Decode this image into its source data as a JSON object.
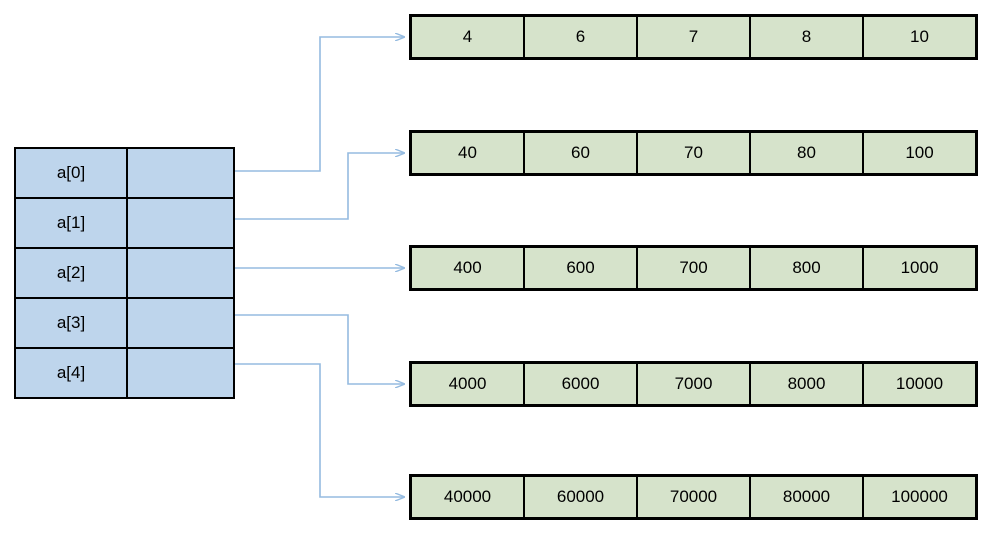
{
  "diagram": {
    "type": "array-of-pointers-to-arrays",
    "colors": {
      "pointer_fill": "#bed5ec",
      "array_fill": "#d6e3cb",
      "border": "#000000",
      "connector": "#95bbe0"
    },
    "pointer_table": {
      "rows": [
        {
          "label": "a[0]",
          "value": ""
        },
        {
          "label": "a[1]",
          "value": ""
        },
        {
          "label": "a[2]",
          "value": ""
        },
        {
          "label": "a[3]",
          "value": ""
        },
        {
          "label": "a[4]",
          "value": ""
        }
      ]
    },
    "arrays": [
      {
        "source": "a[0]",
        "cells": [
          "4",
          "6",
          "7",
          "8",
          "10"
        ]
      },
      {
        "source": "a[1]",
        "cells": [
          "40",
          "60",
          "70",
          "80",
          "100"
        ]
      },
      {
        "source": "a[2]",
        "cells": [
          "400",
          "600",
          "700",
          "800",
          "1000"
        ]
      },
      {
        "source": "a[3]",
        "cells": [
          "4000",
          "6000",
          "7000",
          "8000",
          "10000"
        ]
      },
      {
        "source": "a[4]",
        "cells": [
          "40000",
          "60000",
          "70000",
          "80000",
          "100000"
        ]
      }
    ]
  }
}
